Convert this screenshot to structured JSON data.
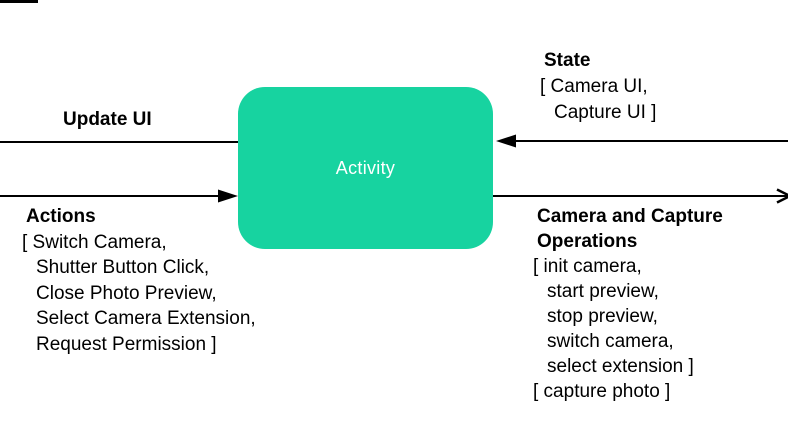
{
  "diagram": {
    "node": {
      "label": "Activity"
    },
    "colors": {
      "node_fill": "#17d3a0",
      "node_text": "#ffffff",
      "arrow": "#000000",
      "text": "#000000"
    },
    "flows": {
      "update_ui": {
        "label": "Update UI",
        "direction": "out-left"
      },
      "actions": {
        "label": "Actions",
        "direction": "in-left",
        "lines": [
          "[ Switch Camera,",
          "Shutter Button Click,",
          "Close Photo Preview,",
          "Select Camera Extension,",
          "Request Permission ]"
        ]
      },
      "state": {
        "label": "State",
        "direction": "in-right",
        "lines": [
          "[ Camera UI,",
          "Capture UI ]"
        ]
      },
      "camera_ops": {
        "label": "Camera and Capture Operations",
        "direction": "out-right",
        "lines": [
          "[ init camera,",
          "start preview,",
          "stop preview,",
          "switch camera,",
          "select extension ]",
          "[ capture photo ]"
        ]
      }
    }
  }
}
